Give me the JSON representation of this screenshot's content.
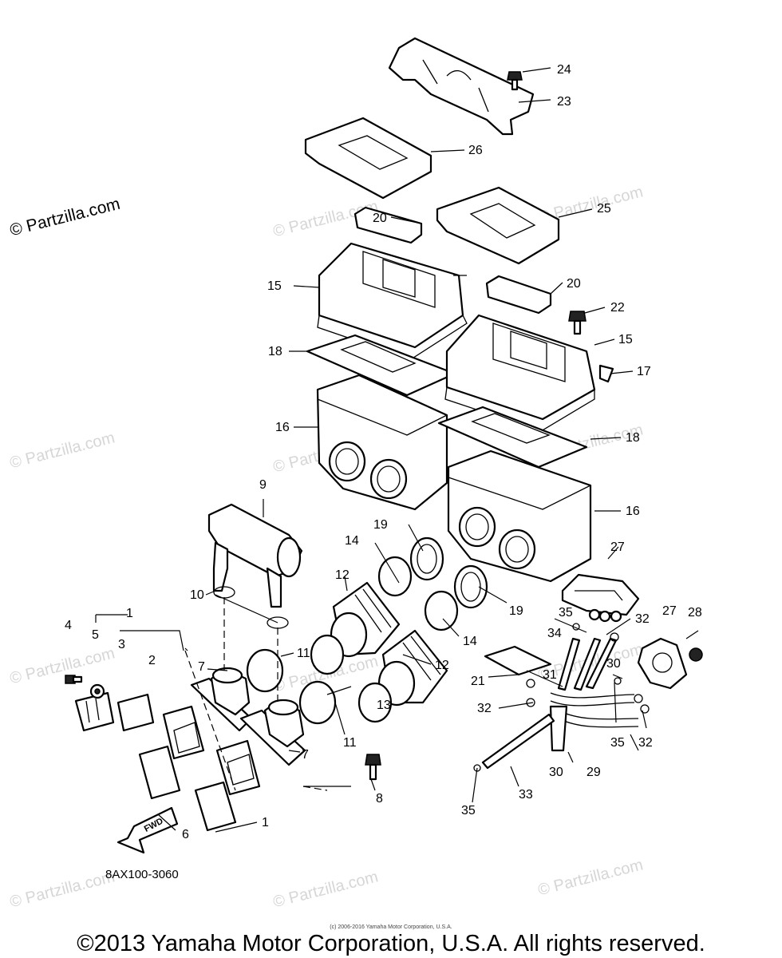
{
  "diagram_code": "8AX100-3060",
  "copyright": "©2013 Yamaha Motor Corporation, U.S.A. All rights reserved.",
  "small_copyright": "(c) 2006-2016 Yamaha Motor Corporation, U.S.A.",
  "watermark_text": "© Partzilla.com",
  "fwd_label": "FWD",
  "callouts": [
    "1",
    "2",
    "3",
    "4",
    "5",
    "6",
    "7",
    "8",
    "9",
    "10",
    "11",
    "12",
    "13",
    "14",
    "15",
    "16",
    "17",
    "18",
    "19",
    "20",
    "21",
    "22",
    "23",
    "24",
    "25",
    "26",
    "27",
    "28",
    "29",
    "30",
    "31",
    "32",
    "33",
    "34",
    "35"
  ],
  "colors": {
    "ink": "#000000",
    "watermark": "#d6d6d6",
    "background": "#ffffff"
  }
}
